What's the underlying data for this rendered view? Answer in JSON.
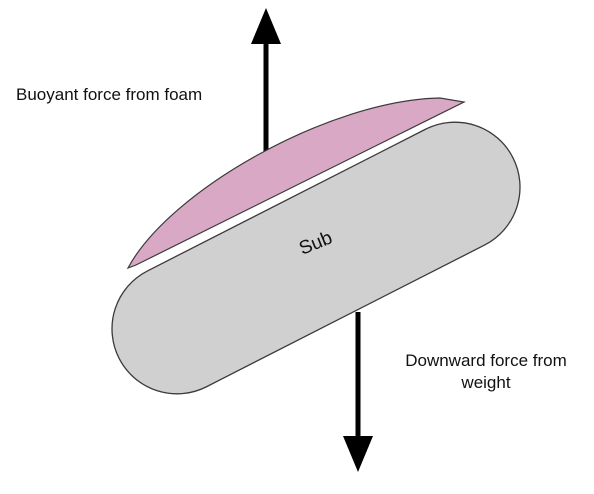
{
  "diagram": {
    "labels": {
      "buoyant": "Buoyant force from foam",
      "downward_line1": "Downward force from",
      "downward_line2": "weight",
      "sub": "Sub"
    },
    "colors": {
      "foam": "#d9a8c4",
      "body": "#d0d0d0",
      "weight": "#000000",
      "outline": "#3a3a3a",
      "arrow": "#000000",
      "text": "#111111"
    },
    "icons": {
      "up_arrow": "arrow-up-icon",
      "down_arrow": "arrow-down-icon"
    }
  }
}
